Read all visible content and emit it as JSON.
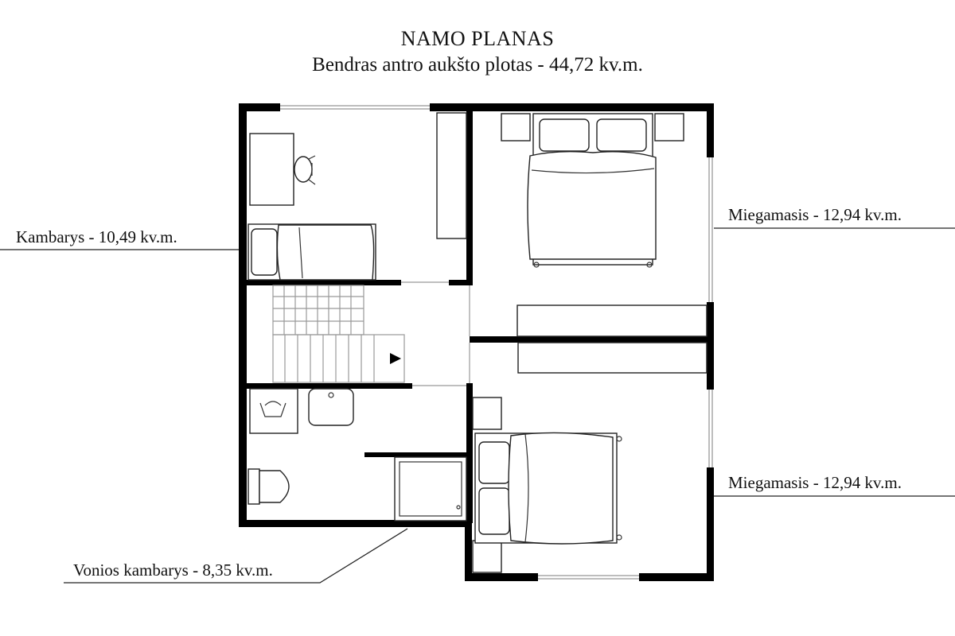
{
  "header": {
    "title": "NAMO PLANAS",
    "subtitle": "Bendras antro aukšto plotas - 44,72 kv.m."
  },
  "rooms": [
    {
      "id": "kambarys",
      "label": "Kambarys - 10,49 kv.m."
    },
    {
      "id": "miegamasis-1",
      "label": "Miegamasis - 12,94 kv.m."
    },
    {
      "id": "miegamasis-2",
      "label": "Miegamasis - 12,94 kv.m."
    },
    {
      "id": "vonios",
      "label": "Vonios kambarys - 8,35 kv.m."
    }
  ],
  "colors": {
    "wall": "#000000",
    "window": "#bdbdbd",
    "furniture_stroke": "#222222"
  },
  "icons": [
    "arrow-right-icon",
    "bed-icon",
    "toilet-icon",
    "sink-icon",
    "desk-icon",
    "chair-icon",
    "shower-icon",
    "stairs-icon"
  ]
}
